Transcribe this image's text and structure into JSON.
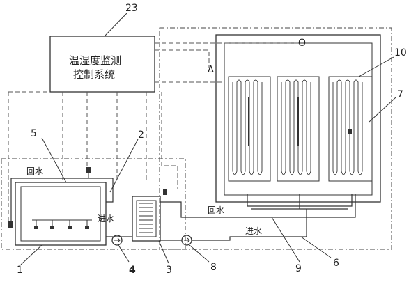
{
  "controller": {
    "line1": "温湿度监测",
    "line2": "控制系统"
  },
  "labels": {
    "n23": "23",
    "n10": "10",
    "n7": "7",
    "n5": "5",
    "n2": "2",
    "n1": "1",
    "n4": "4",
    "n3": "3",
    "n8": "8",
    "n9": "9",
    "n6": "6"
  },
  "sensor_symbols": {
    "circle": "O",
    "triangle": "Δ"
  },
  "pipe_labels": {
    "return_left": "回水",
    "inlet_left": "进水",
    "return_right": "回水",
    "inlet_right": "进水"
  }
}
